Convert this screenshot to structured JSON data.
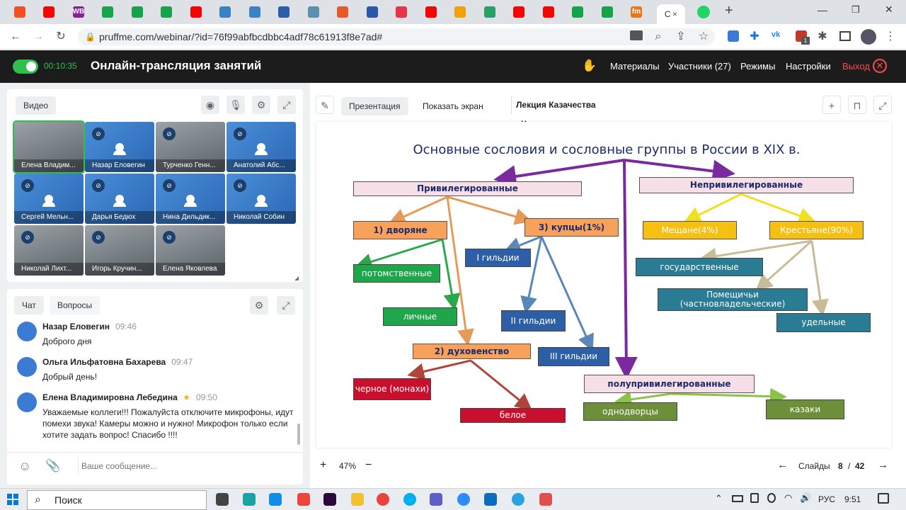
{
  "browser": {
    "tabs": [
      {
        "icon": "windows-icon",
        "color": "#f25022"
      },
      {
        "icon": "youtube-icon",
        "color": "#ff0000"
      },
      {
        "icon": "wildberries-icon",
        "color": "#8b1c9e",
        "label": "WB"
      },
      {
        "icon": "plus-green-icon",
        "color": "#17a34a"
      },
      {
        "icon": "plus-green-icon",
        "color": "#17a34a"
      },
      {
        "icon": "plus-green-icon",
        "color": "#17a34a"
      },
      {
        "icon": "youtube-icon",
        "color": "#ff0000"
      },
      {
        "icon": "megaphone-icon",
        "color": "#3b82c4"
      },
      {
        "icon": "megaphone-icon",
        "color": "#3b82c4"
      },
      {
        "icon": "moon-icon",
        "color": "#2a5fa8"
      },
      {
        "icon": "circle-icon",
        "color": "#5a8fb0"
      },
      {
        "icon": "target-icon",
        "color": "#e65a2a"
      },
      {
        "icon": "triangle-icon",
        "color": "#2a57a8"
      },
      {
        "icon": "play-icon",
        "color": "#e8334a"
      },
      {
        "icon": "youtube-icon",
        "color": "#ff0000"
      },
      {
        "icon": "coin-icon",
        "color": "#f2a100"
      },
      {
        "icon": "lines-icon",
        "color": "#2aa069"
      },
      {
        "icon": "youtube-icon",
        "color": "#ff0000"
      },
      {
        "icon": "youtube-icon",
        "color": "#ff0000"
      },
      {
        "icon": "plus-green-icon",
        "color": "#17a34a"
      },
      {
        "icon": "plus-green-icon",
        "color": "#17a34a"
      },
      {
        "icon": "fm-icon",
        "color": "#e8761a",
        "label": "fm"
      }
    ],
    "active_tab_label": "С",
    "url": "pruffme.com/webinar/?id=76f99abfbcdbbc4adf78c61913f8e7ad#",
    "ext_badge": "1"
  },
  "app": {
    "timer": "00:10:35",
    "title": "Онлайн-трансляция занятий",
    "nav": [
      "Материалы",
      "Участники (27)",
      "Режимы",
      "Настройки"
    ],
    "exit": "Выход"
  },
  "video": {
    "label": "Видео",
    "participants": [
      {
        "name": "Елена Владим...",
        "kind": "cam"
      },
      {
        "name": "Назар Еловегин",
        "kind": "muted"
      },
      {
        "name": "Турченко Генн...",
        "kind": "cam"
      },
      {
        "name": "Анатолий Абс...",
        "kind": "muted"
      },
      {
        "name": "Сергей Мельн...",
        "kind": "muted"
      },
      {
        "name": "Дарья Бедюх",
        "kind": "muted"
      },
      {
        "name": "Нина Дильдик...",
        "kind": "muted"
      },
      {
        "name": "Николай Собин",
        "kind": "muted"
      },
      {
        "name": "Николай Лихт...",
        "kind": "cam"
      },
      {
        "name": "Игорь Кручин...",
        "kind": "cam"
      },
      {
        "name": "Елена Яковлева",
        "kind": "cam"
      }
    ]
  },
  "chat": {
    "tabs": [
      "Чат",
      "Вопросы"
    ],
    "messages": [
      {
        "name": "Назар Еловегин",
        "time": "09:46",
        "text": "Доброго дня"
      },
      {
        "name": "Ольга Ильфатовна Бахарева",
        "time": "09:47",
        "text": "Добрый день!"
      },
      {
        "name": "Елена Владимировна Лебедина",
        "star": "★",
        "time": "09:50",
        "text": "Уважаемые коллеги!!! Пожалуйста отключите микрофоны, идут помехи звука! Камеры можно и нужно! Микрофон только если хотите задать вопрос! Спасибо !!!!"
      }
    ],
    "placeholder": "Ваше сообщение..."
  },
  "presentation": {
    "tabs": [
      "Презентация",
      "Показать экран"
    ],
    "doc_tab": "Лекция Казачества",
    "zoom": "47%",
    "slides_label": "Слайды",
    "slide_current": "8",
    "slide_sep": "/",
    "slide_total": "42"
  },
  "slide": {
    "title": "Основные сословия и сословные группы в России в XIX в.",
    "privileged": "Привилегированные",
    "unprivileged": "Непривилегированные",
    "semi": "полупривилегированные",
    "nobles": "1) дворяне",
    "merchants": "3) купцы(1%)",
    "clergy": "2) духовенство",
    "hereditary": "потомственные",
    "personal": "личные",
    "guild1": "I гильдии",
    "guild2": "II гильдии",
    "guild3": "III гильдии",
    "black": "черное (монахи)",
    "white": "белое",
    "townsfolk": "Мещане(4%)",
    "peasants": "Крестьяне(90%)",
    "state": "государственные",
    "landlord": "Помещичьи (частновладельческие)",
    "appanage": "удельные",
    "smallholders": "однодворцы",
    "cossacks": "казаки"
  },
  "taskbar": {
    "search": "Поиск",
    "lang": "РУС",
    "time": "9:51"
  }
}
